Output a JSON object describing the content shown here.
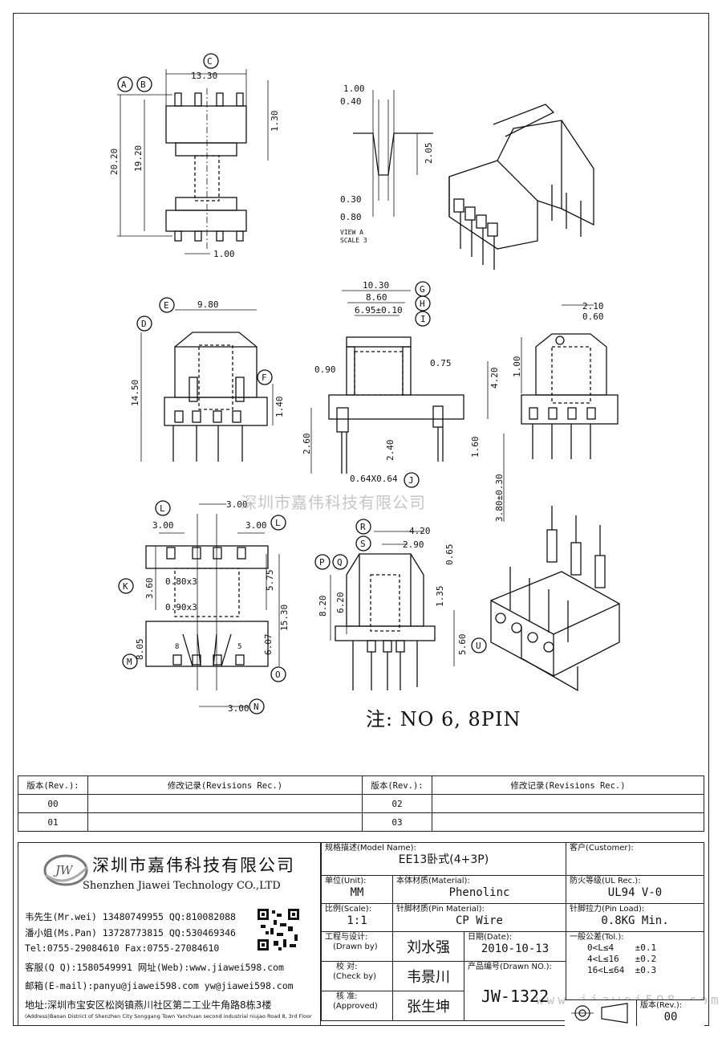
{
  "drawing": {
    "top_view": {
      "labels": [
        "A",
        "B",
        "C"
      ],
      "dims": [
        "13.30",
        "20.20",
        "19.20",
        "1.30",
        "1.00"
      ]
    },
    "view_a": {
      "dims": [
        "1.00",
        "0.40",
        "2.05",
        "0.30",
        "0.80"
      ],
      "caption_1": "VIEW A",
      "caption_2": "SCALE 3"
    },
    "front_view": {
      "labels": [
        "D",
        "E",
        "F"
      ],
      "dims": [
        "9.80",
        "14.50",
        "1.40"
      ]
    },
    "side_view": {
      "labels": [
        "G",
        "H",
        "I",
        "J"
      ],
      "dims": [
        "10.30",
        "8.60",
        "6.95±0.10",
        "0.90",
        "0.75",
        "4.20",
        "2.60",
        "2.40",
        "1.60",
        "0.64X0.64"
      ]
    },
    "end_view": {
      "dims": [
        "2.10",
        "0.60",
        "1.00",
        "3.80±0.30"
      ]
    },
    "bottom_view": {
      "labels": [
        "L",
        "L",
        "K",
        "M",
        "O",
        "N"
      ],
      "dims": [
        "3.00",
        "3.00",
        "3.00",
        "3.60",
        "0.80x3",
        "0.90x3",
        "5.75",
        "15.30",
        "8.05",
        "6.07",
        "3.00"
      ],
      "pins": [
        "8",
        "5"
      ]
    },
    "section_view": {
      "labels": [
        "R",
        "S",
        "P",
        "Q",
        "U"
      ],
      "dims": [
        "4.20",
        "2.90",
        "0.65",
        "8.20",
        "6.20",
        "1.35",
        "5.60"
      ]
    },
    "note": "注: NO 6, 8PIN",
    "watermark": "深圳市嘉伟科技有限公司",
    "watermark_url": "www.jiawei598.com"
  },
  "revisions": {
    "h_rev": "版本(Rev.):",
    "h_rec": "修改记录(Revisions Rec.)",
    "rows": [
      [
        "00",
        "",
        "02",
        ""
      ],
      [
        "01",
        "",
        "03",
        ""
      ]
    ]
  },
  "company": {
    "logo_text": "JW",
    "name_cn": "深圳市嘉伟科技有限公司",
    "name_en": "Shenzhen Jiawei Technology CO.,LTD",
    "contact_1": "韦先生(Mr.wei) 13480749955 QQ:810082088",
    "contact_2": "潘小姐(Ms.Pan) 13728773815 QQ:530469346",
    "tel": "Tel:0755-29084610    Fax:0755-27084610",
    "qq": "客服(Q Q):1580549991   网址(Web):www.jiawei598.com",
    "email": "邮箱(E-mail):panyu@jiawei598.com  yw@jiawei598.com",
    "addr_cn": "地址:深圳市宝安区松岗镇燕川社区第二工业牛角路8栋3楼",
    "addr_en": "(Address)Baoan District of Shenzhen City Songgang Town Yanchuan  second industrial niujao Road 8, 3rd Floor"
  },
  "title_block": {
    "model_label": "规格描述(Model Name):",
    "model_value": "EE13卧式(4+3P)",
    "customer_label": "客户(Customer):",
    "customer_value": "",
    "unit_label": "单位(Unit):",
    "unit_value": "MM",
    "material_label": "本体材质(Material):",
    "material_value": "Phenolinc",
    "ul_label": "防火等级(UL Rec.):",
    "ul_value": "UL94 V-0",
    "scale_label": "比例(Scale):",
    "scale_value": "1:1",
    "pin_mat_label": "针脚材质(Pin Material):",
    "pin_mat_value": "CP Wire",
    "pin_load_label": "针脚拉力(Pin Load):",
    "pin_load_value": "0.8KG Min.",
    "drawn_label_cn": "工程与设计:",
    "drawn_label_en": "(Drawn by)",
    "drawn_value": "刘水强",
    "date_label": "日期(Date):",
    "date_value": "2010-10-13",
    "check_label_cn": "校  对:",
    "check_label_en": "(Check by)",
    "check_value": "韦景川",
    "dwg_label": "产品编号(Drawn NO.):",
    "dwg_value": "JW-1322",
    "approve_label_cn": "核  准:",
    "approve_label_en": "(Approved)",
    "approve_value": "张生坤",
    "tol_label": "一般公差(Tol.):",
    "tol_1": "0<L≤4    ±0.1",
    "tol_2": "4<L≤16   ±0.2",
    "tol_3": "16<L≤64  ±0.3",
    "rev_label": "版本(Rev.):",
    "rev_value": "00"
  }
}
